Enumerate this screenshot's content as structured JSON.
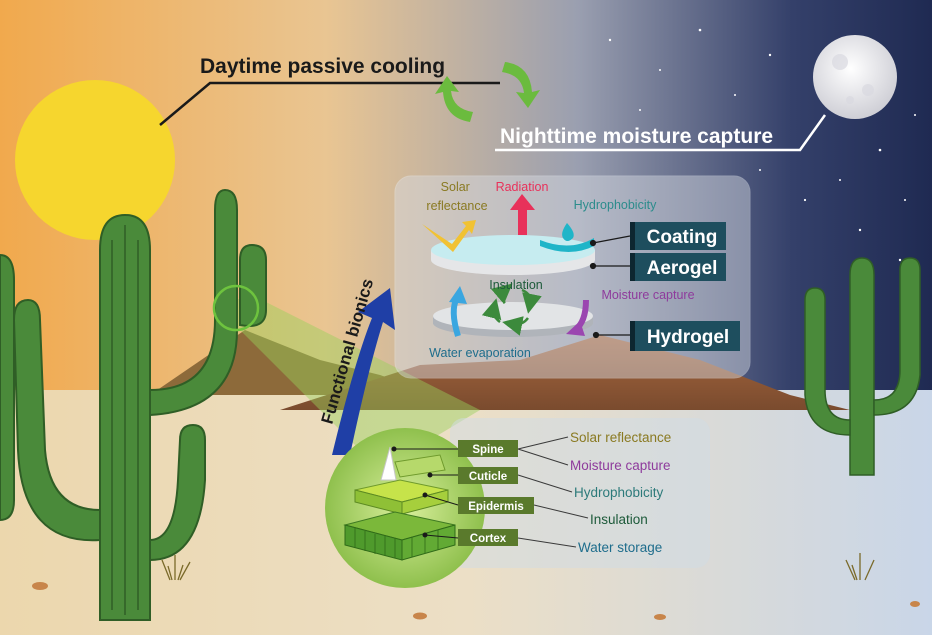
{
  "title_day": "Daytime passive cooling",
  "title_night": "Nighttime moisture capture",
  "arrow_label": "Functional bionics",
  "device": {
    "labels": {
      "solar_reflectance": [
        "Solar",
        "reflectance"
      ],
      "radiation": "Radiation",
      "hydrophobicity": "Hydrophobicity",
      "insulation": "Insulation",
      "moisture_capture": "Moisture capture",
      "water_evaporation": "Water evaporation"
    },
    "layers": [
      "Coating",
      "Aerogel",
      "Hydrogel"
    ]
  },
  "cactus_tissue": {
    "layers": [
      "Spine",
      "Cuticle",
      "Epidermis",
      "Cortex"
    ],
    "functions": [
      "Solar reflectance",
      "Moisture capture",
      "Hydrophobicity",
      "Insulation",
      "Water storage"
    ]
  },
  "colors": {
    "solar_reflectance": "#8a7a22",
    "radiation": "#e8315a",
    "hydrophobicity": "#2c8c8c",
    "insulation": "#1d5a3a",
    "moisture_capture": "#8e3b9c",
    "water_evaporation": "#1e6d8c",
    "layer_box": "#1e4e5e",
    "tissue_box": "#5a7a2c",
    "bionics_arrow": "#1f3fa6"
  }
}
